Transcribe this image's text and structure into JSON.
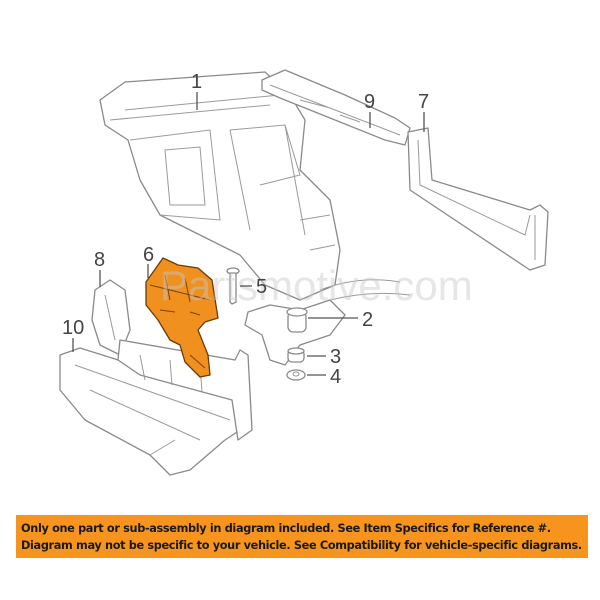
{
  "diagram": {
    "callouts": [
      {
        "id": "1"
      },
      {
        "id": "2"
      },
      {
        "id": "3"
      },
      {
        "id": "4"
      },
      {
        "id": "5"
      },
      {
        "id": "6"
      },
      {
        "id": "7"
      },
      {
        "id": "8"
      },
      {
        "id": "9"
      },
      {
        "id": "10"
      }
    ],
    "highlighted_part": "6",
    "watermark": "Partsmotive.com",
    "colors": {
      "highlight": "#f0901e",
      "banner": "#f7941d",
      "line": "#8a8a8a"
    }
  },
  "banner": {
    "line1": "Only one part or sub-assembly in diagram included. See Item Specifics for Reference #.",
    "line2": "Diagram may not be specific to your vehicle. See Compatibility for vehicle-specific diagrams."
  }
}
